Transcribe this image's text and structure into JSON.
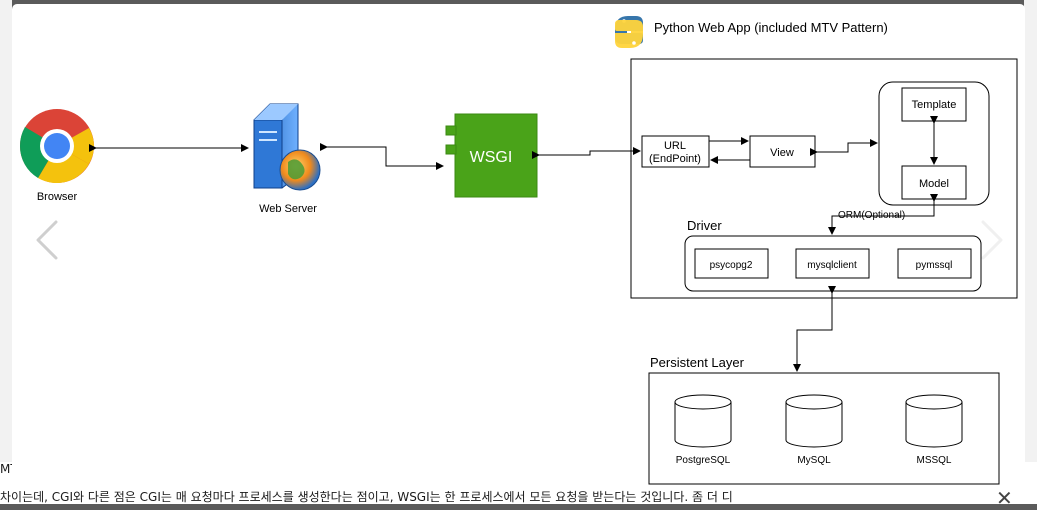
{
  "diagram": {
    "browser": "Browser",
    "web_server": "Web Server",
    "wsgi": "WSGI",
    "app_title": "Python Web App (included MTV Pattern)",
    "url_line1": "URL",
    "url_line2": "(EndPoint)",
    "view": "View",
    "template": "Template",
    "model": "Model",
    "orm": "ORM(Optional)",
    "driver": "Driver",
    "drivers": [
      "psycopg2",
      "mysqlclient",
      "pymssql"
    ],
    "persistent_layer": "Persistent Layer",
    "databases": [
      "PostgreSQL",
      "MySQL",
      "MSSQL"
    ]
  },
  "background": {
    "bottom_line1": "MT",
    "bottom_line2": "차이는데, CGI와 다른 점은 CGI는 매 요청마다 프로세스를 생성한다는 점이고, WSGI는 한 프로세스에서 모든 요청을 받는다는 것입니다. 좀 더 디"
  },
  "colors": {
    "wsgi_green": "#4aa319",
    "chrome_red": "#db4437",
    "chrome_yellow": "#f4c20d",
    "chrome_green": "#0f9d58",
    "chrome_blue": "#4285f4",
    "python_blue": "#3776ab",
    "python_yellow": "#ffd43b"
  },
  "icons": [
    "chrome-icon",
    "web-server-icon",
    "python-icon",
    "prev-arrow-icon",
    "next-arrow-icon",
    "close-icon"
  ]
}
